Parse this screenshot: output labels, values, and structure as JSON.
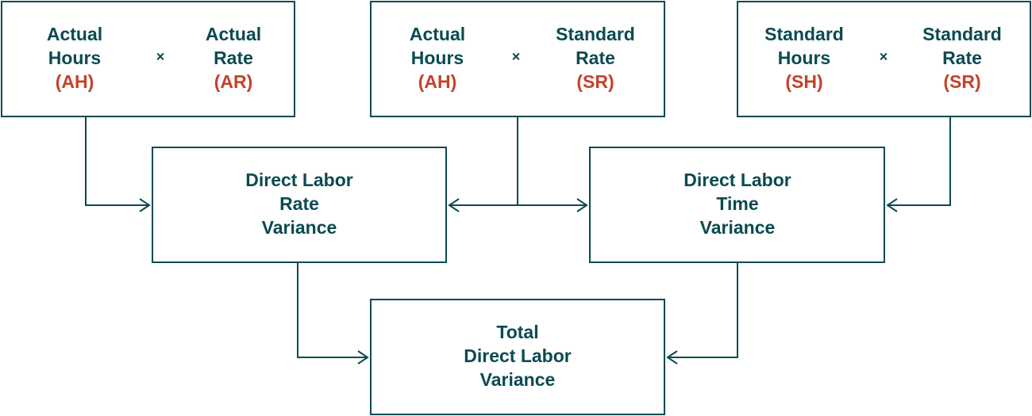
{
  "colors": {
    "line": "#0b4a52",
    "text": "#0b4a52",
    "abbr": "#c4412a"
  },
  "top_boxes": [
    {
      "left": {
        "line1": "Actual",
        "line2": "Hours",
        "abbr": "(AH)"
      },
      "op": "×",
      "right": {
        "line1": "Actual",
        "line2": "Rate",
        "abbr": "(AR)"
      }
    },
    {
      "left": {
        "line1": "Actual",
        "line2": "Hours",
        "abbr": "(AH)"
      },
      "op": "×",
      "right": {
        "line1": "Standard",
        "line2": "Rate",
        "abbr": "(SR)"
      }
    },
    {
      "left": {
        "line1": "Standard",
        "line2": "Hours",
        "abbr": "(SH)"
      },
      "op": "×",
      "right": {
        "line1": "Standard",
        "line2": "Rate",
        "abbr": "(SR)"
      }
    }
  ],
  "rate_variance": {
    "line1": "Direct Labor",
    "line2": "Rate",
    "line3": "Variance"
  },
  "time_variance": {
    "line1": "Direct Labor",
    "line2": "Time",
    "line3": "Variance"
  },
  "total_variance": {
    "line1": "Total",
    "line2": "Direct Labor",
    "line3": "Variance"
  }
}
